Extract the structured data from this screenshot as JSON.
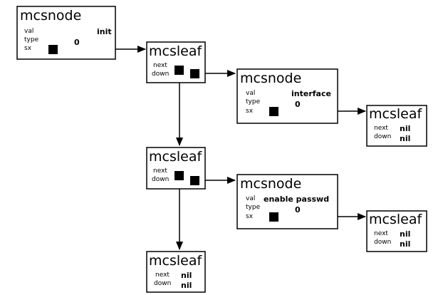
{
  "nodes": {
    "node_init": {
      "title": "mcsnode",
      "f_val": "val",
      "f_type": "type",
      "f_sx": "sx",
      "val": "init",
      "type": "0"
    },
    "leaf_1": {
      "title": "mcsleaf",
      "f_next": "next",
      "f_down": "down"
    },
    "node_interface": {
      "title": "mcsnode",
      "f_val": "val",
      "f_type": "type",
      "f_sx": "sx",
      "val": "interface",
      "type": "0"
    },
    "leaf_interface_sx": {
      "title": "mcsleaf",
      "f_next": "next",
      "f_down": "down",
      "next": "nil",
      "down": "nil"
    },
    "leaf_2": {
      "title": "mcsleaf",
      "f_next": "next",
      "f_down": "down"
    },
    "node_enable": {
      "title": "mcsnode",
      "f_val": "val",
      "f_type": "type",
      "f_sx": "sx",
      "val": "enable passwd",
      "type": "0"
    },
    "leaf_enable_sx": {
      "title": "mcsleaf",
      "f_next": "next",
      "f_down": "down",
      "next": "nil",
      "down": "nil"
    },
    "leaf_3": {
      "title": "mcsleaf",
      "f_next": "next",
      "f_down": "down",
      "next": "nil",
      "down": "nil"
    }
  }
}
